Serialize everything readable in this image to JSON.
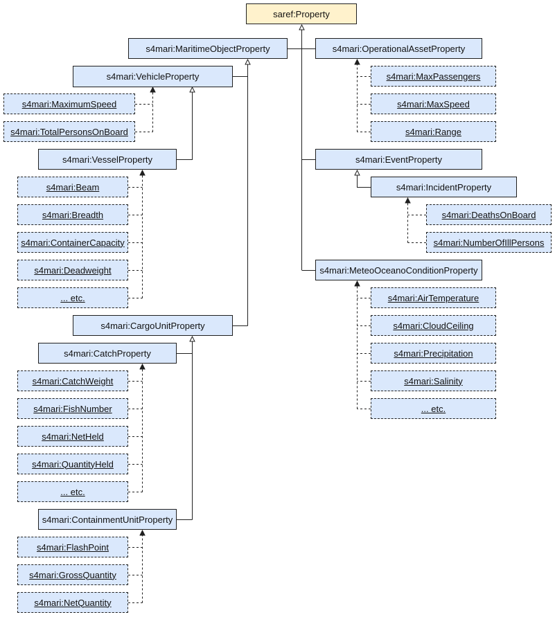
{
  "colors": {
    "class_fill": "#dae8fc",
    "root_fill": "#fff2cc",
    "stroke": "#1f1f1f"
  },
  "nodes": {
    "saref_property": "saref:Property",
    "maritime_object_property": "s4mari:MaritimeObjectProperty",
    "operational_asset_property": "s4mari:OperationalAssetProperty",
    "vehicle_property": "s4mari:VehicleProperty",
    "max_passengers": "s4mari:MaxPassengers",
    "max_speed": "s4mari:MaxSpeed",
    "range": "s4mari:Range",
    "maximum_speed": "s4mari:MaximumSpeed",
    "total_persons_on_board": "s4mari:TotalPersonsOnBoard",
    "vessel_property": "s4mari:VesselProperty",
    "event_property": "s4mari:EventProperty",
    "beam": "s4mari:Beam",
    "incident_property": "s4mari:IncidentProperty",
    "breadth": "s4mari:Breadth",
    "deaths_on_board": "s4mari:DeathsOnBoard",
    "container_capacity": "s4mari:ContainerCapacity",
    "number_of_ill_persons": "s4mari:NumberOfIllPersons",
    "deadweight": "s4mari:Deadweight",
    "meteo_oceano_condition_property": "s4mari:MeteoOceanoConditionProperty",
    "vessel_etc": "... etc.",
    "air_temperature": "s4mari:AirTemperature",
    "cargo_unit_property": "s4mari:CargoUnitProperty",
    "cloud_ceiling": "s4mari:CloudCeiling",
    "catch_property": "s4mari:CatchProperty",
    "precipitation": "s4mari:Precipitation",
    "catch_weight": "s4mari:CatchWeight",
    "salinity": "s4mari:Salinity",
    "fish_number": "s4mari:FishNumber",
    "meteo_etc": "... etc.",
    "net_held": "s4mari:NetHeld",
    "quantity_held": "s4mari:QuantityHeld",
    "catch_etc": "... etc.",
    "containment_unit_property": "s4mari:ContainmentUnitProperty",
    "flash_point": "s4mari:FlashPoint",
    "gross_quantity": "s4mari:GrossQuantity",
    "net_quantity": "s4mari:NetQuantity"
  },
  "relations": {
    "subclass_of": [
      [
        "maritime_object_property",
        "saref_property"
      ],
      [
        "operational_asset_property",
        "saref_property"
      ],
      [
        "event_property",
        "saref_property"
      ],
      [
        "meteo_oceano_condition_property",
        "saref_property"
      ],
      [
        "vehicle_property",
        "maritime_object_property"
      ],
      [
        "cargo_unit_property",
        "maritime_object_property"
      ],
      [
        "vessel_property",
        "vehicle_property"
      ],
      [
        "incident_property",
        "event_property"
      ],
      [
        "catch_property",
        "cargo_unit_property"
      ],
      [
        "containment_unit_property",
        "cargo_unit_property"
      ]
    ],
    "instance_of": [
      [
        "max_passengers",
        "operational_asset_property"
      ],
      [
        "max_speed",
        "operational_asset_property"
      ],
      [
        "range",
        "operational_asset_property"
      ],
      [
        "maximum_speed",
        "vehicle_property"
      ],
      [
        "total_persons_on_board",
        "vehicle_property"
      ],
      [
        "beam",
        "vessel_property"
      ],
      [
        "breadth",
        "vessel_property"
      ],
      [
        "container_capacity",
        "vessel_property"
      ],
      [
        "deadweight",
        "vessel_property"
      ],
      [
        "vessel_etc",
        "vessel_property"
      ],
      [
        "deaths_on_board",
        "incident_property"
      ],
      [
        "number_of_ill_persons",
        "incident_property"
      ],
      [
        "air_temperature",
        "meteo_oceano_condition_property"
      ],
      [
        "cloud_ceiling",
        "meteo_oceano_condition_property"
      ],
      [
        "precipitation",
        "meteo_oceano_condition_property"
      ],
      [
        "salinity",
        "meteo_oceano_condition_property"
      ],
      [
        "meteo_etc",
        "meteo_oceano_condition_property"
      ],
      [
        "catch_weight",
        "catch_property"
      ],
      [
        "fish_number",
        "catch_property"
      ],
      [
        "net_held",
        "catch_property"
      ],
      [
        "quantity_held",
        "catch_property"
      ],
      [
        "catch_etc",
        "catch_property"
      ],
      [
        "flash_point",
        "containment_unit_property"
      ],
      [
        "gross_quantity",
        "containment_unit_property"
      ],
      [
        "net_quantity",
        "containment_unit_property"
      ]
    ]
  }
}
